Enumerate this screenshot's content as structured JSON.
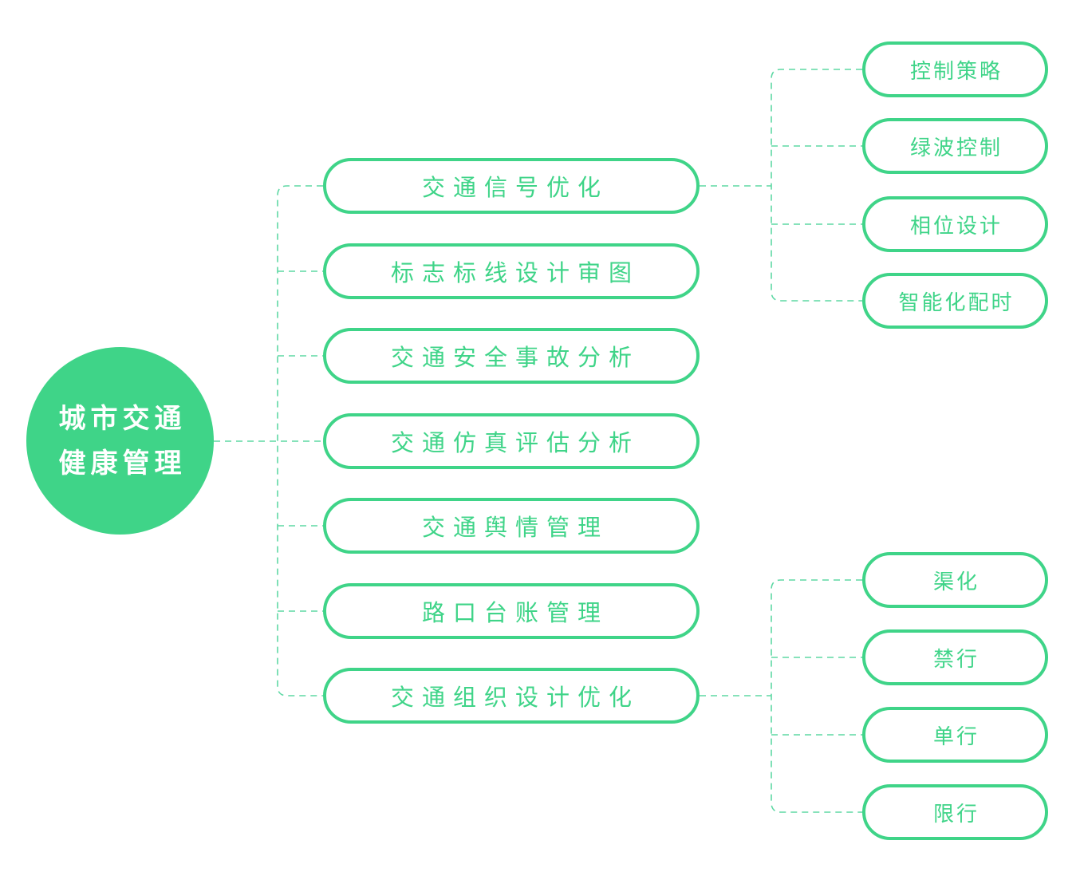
{
  "colors": {
    "accent": "#3fd488",
    "connector": "#5ed8a4",
    "node_text": "#3fd488",
    "root_text": "#ffffff",
    "background": "#ffffff"
  },
  "chart_data": {
    "type": "mindmap-diagram",
    "root": "城市交通健康管理",
    "branches": [
      {
        "label": "交通信号优化",
        "children": [
          "控制策略",
          "绿波控制",
          "相位设计",
          "智能化配时"
        ]
      },
      {
        "label": "标志标线设计审图",
        "children": []
      },
      {
        "label": "交通安全事故分析",
        "children": []
      },
      {
        "label": "交通仿真评估分析",
        "children": []
      },
      {
        "label": "交通舆情管理",
        "children": []
      },
      {
        "label": "路口台账管理",
        "children": []
      },
      {
        "label": "交通组织设计优化",
        "children": [
          "渠化",
          "禁行",
          "单行",
          "限行"
        ]
      }
    ]
  },
  "root": {
    "label_line1": "城市交通",
    "label_line2": "健康管理"
  },
  "branches": [
    {
      "label": "交通信号优化",
      "children": [
        "控制策略",
        "绿波控制",
        "相位设计",
        "智能化配时"
      ]
    },
    {
      "label": "标志标线设计审图",
      "children": []
    },
    {
      "label": "交通安全事故分析",
      "children": []
    },
    {
      "label": "交通仿真评估分析",
      "children": []
    },
    {
      "label": "交通舆情管理",
      "children": []
    },
    {
      "label": "路口台账管理",
      "children": []
    },
    {
      "label": "交通组织设计优化",
      "children": [
        "渠化",
        "禁行",
        "单行",
        "限行"
      ]
    }
  ]
}
